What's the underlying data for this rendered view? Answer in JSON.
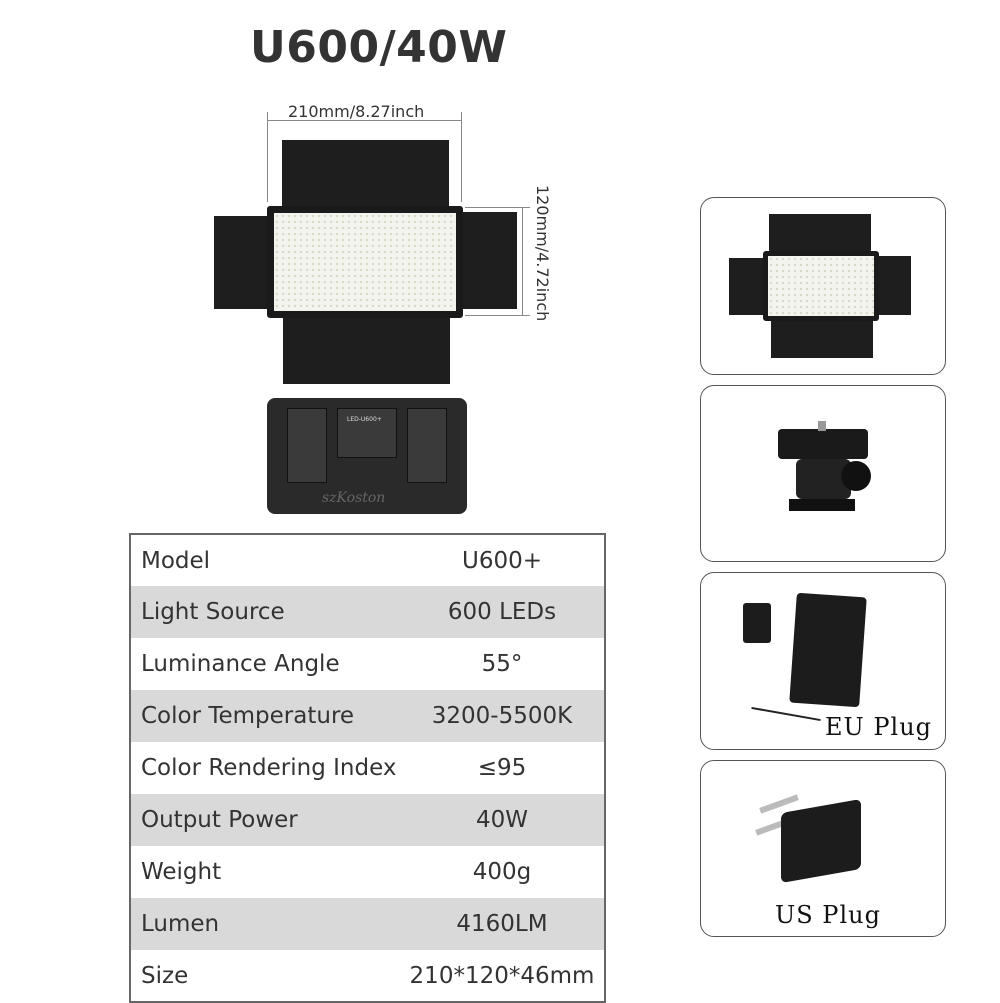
{
  "title": "U600/40W",
  "dimensions": {
    "width": "210mm/8.27inch",
    "height": "120mm/4.72inch"
  },
  "back_panel": {
    "label": "LED-U600+",
    "watermark": "szKoston"
  },
  "specs": [
    {
      "label": "Model",
      "value": "U600+"
    },
    {
      "label": "Light Source",
      "value": "600 LEDs"
    },
    {
      "label": "Luminance Angle",
      "value": "55°"
    },
    {
      "label": "Color Temperature",
      "value": "3200-5500K"
    },
    {
      "label": "Color Rendering Index",
      "value": "≤95"
    },
    {
      "label": "Output Power",
      "value": "40W"
    },
    {
      "label": "Weight",
      "value": "400g"
    },
    {
      "label": "Lumen",
      "value": "4160LM"
    },
    {
      "label": "Size",
      "value": "210*120*46mm"
    }
  ],
  "accessories": {
    "eu_plug": "EU Plug",
    "us_plug": "US Plug"
  },
  "colors": {
    "row_alt": "#d9d9d9",
    "border": "#666666"
  }
}
